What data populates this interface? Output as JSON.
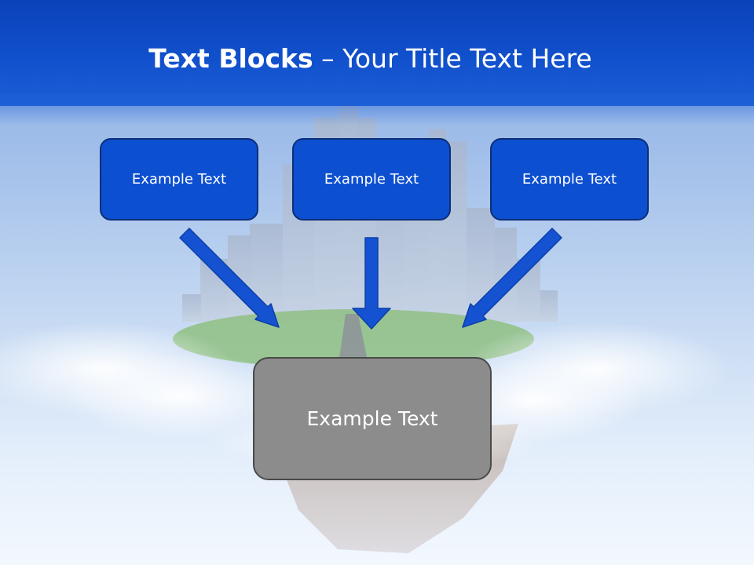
{
  "slide": {
    "title_bold": "Text Blocks",
    "title_rest": " – Your Title Text Here"
  },
  "blocks": [
    {
      "label": "Example Text"
    },
    {
      "label": "Example Text"
    },
    {
      "label": "Example Text"
    }
  ],
  "target": {
    "label": "Example Text"
  },
  "colors": {
    "header": "#0a42b9",
    "block_fill": "#0d4fd1",
    "block_border": "#0b2f78",
    "arrow": "#1552d1",
    "target_fill": "#8c8c8c",
    "text": "#ffffff"
  }
}
